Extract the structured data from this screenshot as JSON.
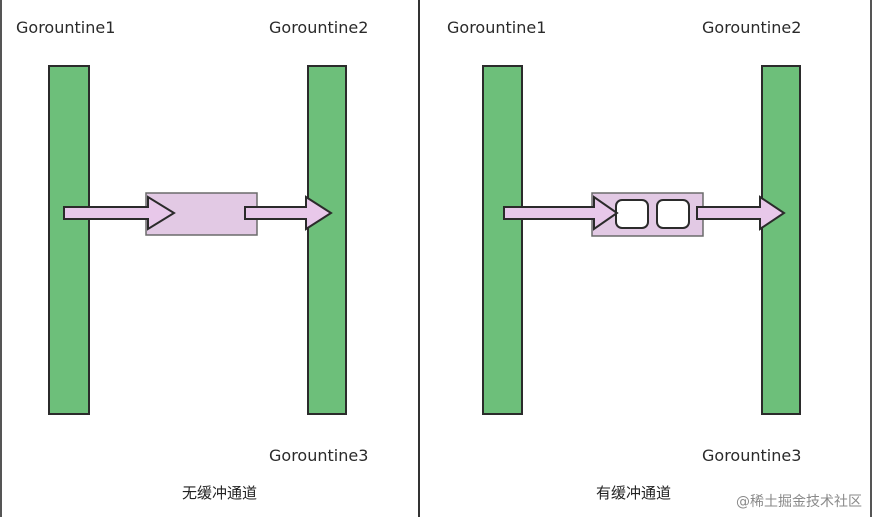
{
  "left_panel": {
    "goroutine1": "Gorountine1",
    "goroutine2": "Gorountine2",
    "goroutine3": "Gorountine3",
    "caption": "无缓冲通道"
  },
  "right_panel": {
    "goroutine1": "Gorountine1",
    "goroutine2": "Gorountine2",
    "goroutine3": "Gorountine3",
    "caption": "有缓冲通道"
  },
  "watermark": "@稀土掘金技术社区",
  "colors": {
    "goroutine_bar": "#6dbf7a",
    "channel_fill": "#e2c9e4",
    "arrow_fill": "#e8c8ea",
    "stroke": "#2b2b2b",
    "divider": "#333333"
  }
}
